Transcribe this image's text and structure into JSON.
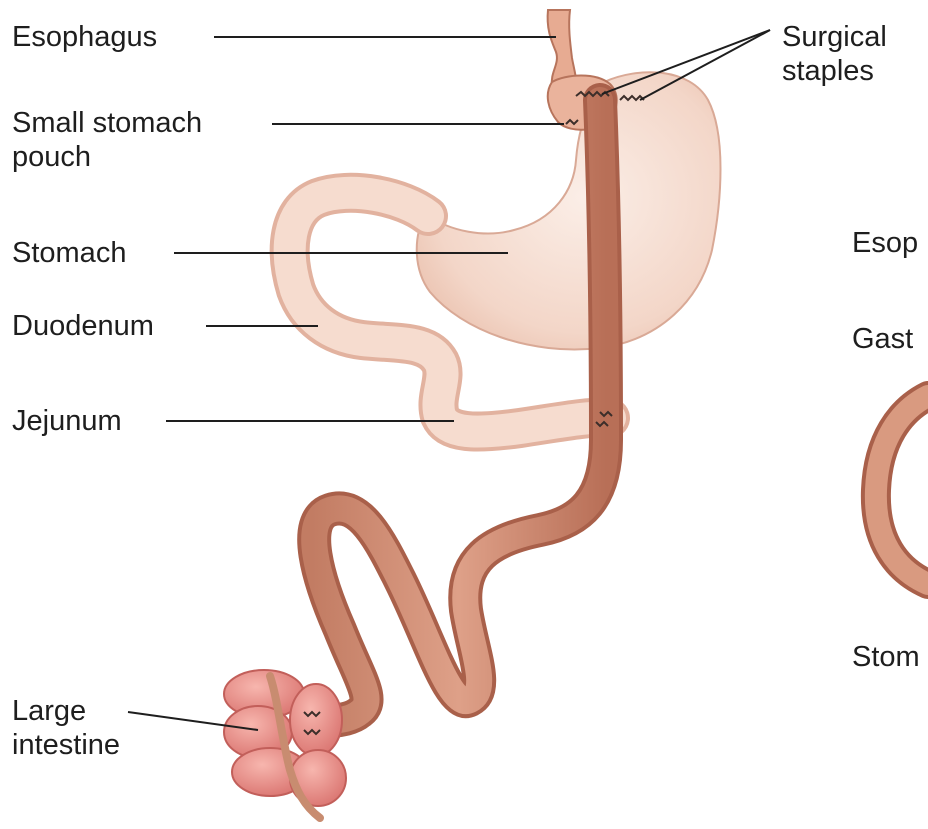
{
  "labels": {
    "esophagus": "Esophagus",
    "surgical_staples": [
      "Surgical",
      "staples"
    ],
    "small_stomach_pouch": [
      "Small stomach",
      "pouch"
    ],
    "stomach": "Stomach",
    "duodenum": "Duodenum",
    "jejunum": "Jejunum",
    "large_intestine": [
      "Large",
      "intestine"
    ],
    "cut_esophagus": "Esop",
    "cut_gastric": "Gast",
    "cut_stomach": "Stom"
  },
  "colors": {
    "tract_fill": "#d89478",
    "tract_edge": "#a9604a",
    "stomach_fill": "#f6dfd4",
    "duodenum_fill": "#f5d9cb",
    "colon_fill": "#e88e8a",
    "staples": "#3c2e2a",
    "leader_lines": "#1e1e1e"
  }
}
